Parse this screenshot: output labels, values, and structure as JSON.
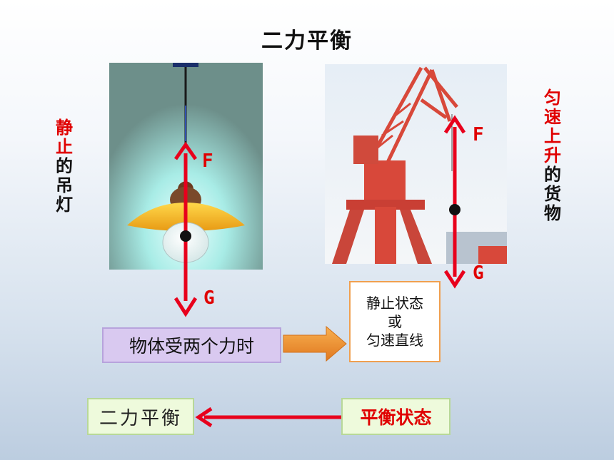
{
  "title": "二力平衡",
  "left_label": {
    "red_chars": [
      "静",
      "止"
    ],
    "black_chars": [
      "的",
      "吊",
      "灯"
    ]
  },
  "right_label": {
    "red_chars": [
      "匀",
      "速",
      "上",
      "升"
    ],
    "black_chars": [
      "的",
      "货",
      "物"
    ]
  },
  "lamp_forces": {
    "up": "F",
    "down": "G"
  },
  "crane_forces": {
    "up": "F",
    "down": "G"
  },
  "condition_box": "物体受两个力时",
  "result_box": [
    "静止状态",
    "或",
    "匀速直线"
  ],
  "balance_box": "二力平衡",
  "state_box": "平衡状态",
  "colors": {
    "arrow_red": "#e8001c",
    "text_red": "#e00000",
    "purple_box": "#d9c9f0",
    "orange_arrow": "#f08c28",
    "green_box": "#eefadc"
  }
}
